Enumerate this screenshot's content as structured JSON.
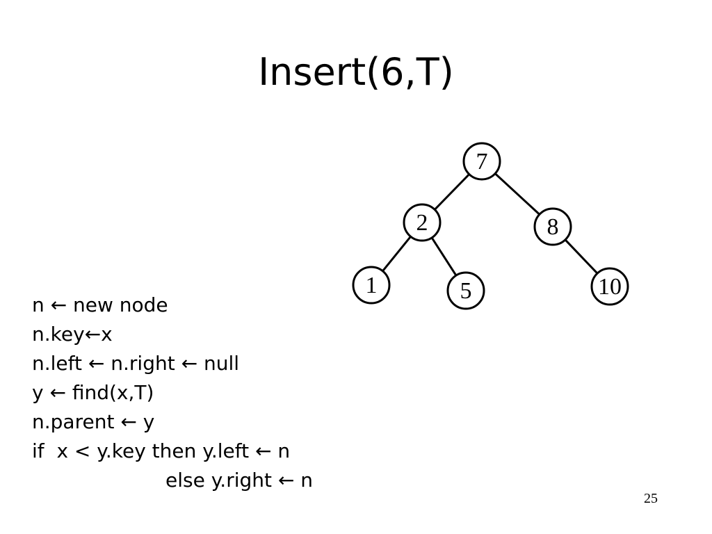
{
  "slide": {
    "title": "Insert(6,T)",
    "page_number": "25"
  },
  "tree": {
    "nodes": [
      {
        "id": "n7",
        "label": "7"
      },
      {
        "id": "n2",
        "label": "2"
      },
      {
        "id": "n8",
        "label": "8"
      },
      {
        "id": "n1",
        "label": "1"
      },
      {
        "id": "n5",
        "label": "5"
      },
      {
        "id": "n10",
        "label": "10"
      }
    ],
    "edges": [
      [
        "n7",
        "n2"
      ],
      [
        "n7",
        "n8"
      ],
      [
        "n2",
        "n1"
      ],
      [
        "n2",
        "n5"
      ],
      [
        "n8",
        "n10"
      ]
    ]
  },
  "code": {
    "lines": [
      "n ← new node",
      "n.key←x",
      "n.left ← n.right ← null",
      "y ← find(x,T)",
      "n.parent ← y",
      "if  x < y.key then y.left ← n",
      "else y.right ← n"
    ]
  }
}
